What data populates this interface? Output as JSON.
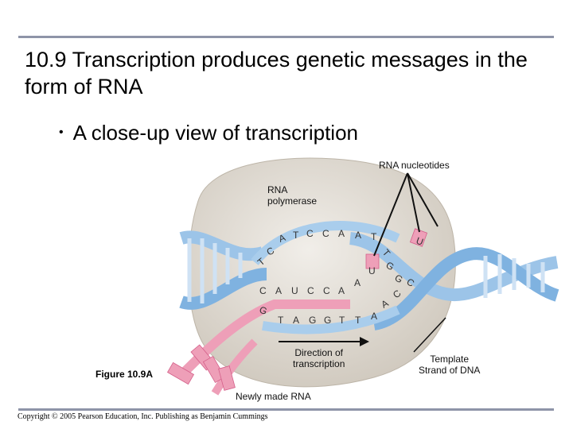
{
  "slide": {
    "title": "10.9 Transcription produces genetic messages in the form of RNA",
    "bullet": "A close-up view of transcription",
    "figure_label": "Figure 10.9A",
    "copyright": "Copyright © 2005 Pearson Education, Inc. Publishing as Benjamin Cummings"
  },
  "diagram": {
    "labels": {
      "rna_nucleotides": "RNA nucleotides",
      "rna_polymerase_line1": "RNA",
      "rna_polymerase_line2": "polymerase",
      "direction_line1": "Direction of",
      "direction_line2": "transcription",
      "template_line1": "Template",
      "template_line2": "Strand of DNA",
      "newly_made_rna": "Newly made RNA"
    },
    "bases": {
      "top_strand": [
        "T",
        "C",
        "A",
        "T",
        "C",
        "C",
        "A",
        "A",
        "T"
      ],
      "rna_strand": [
        "C",
        "A",
        "U",
        "C",
        "C",
        "A"
      ],
      "template_strand": [
        "G",
        "T",
        "A",
        "G",
        "G",
        "T",
        "T",
        "A"
      ],
      "free_nucleotides": [
        "U",
        "T",
        "U",
        "A",
        "G",
        "G",
        "C",
        "C",
        "A"
      ]
    },
    "colors": {
      "polymerase": "#e3ded5",
      "dna_blue": "#9cc4e8",
      "rna_pink": "#ee9fb8",
      "rna_dark_pink": "#d4608a"
    }
  }
}
